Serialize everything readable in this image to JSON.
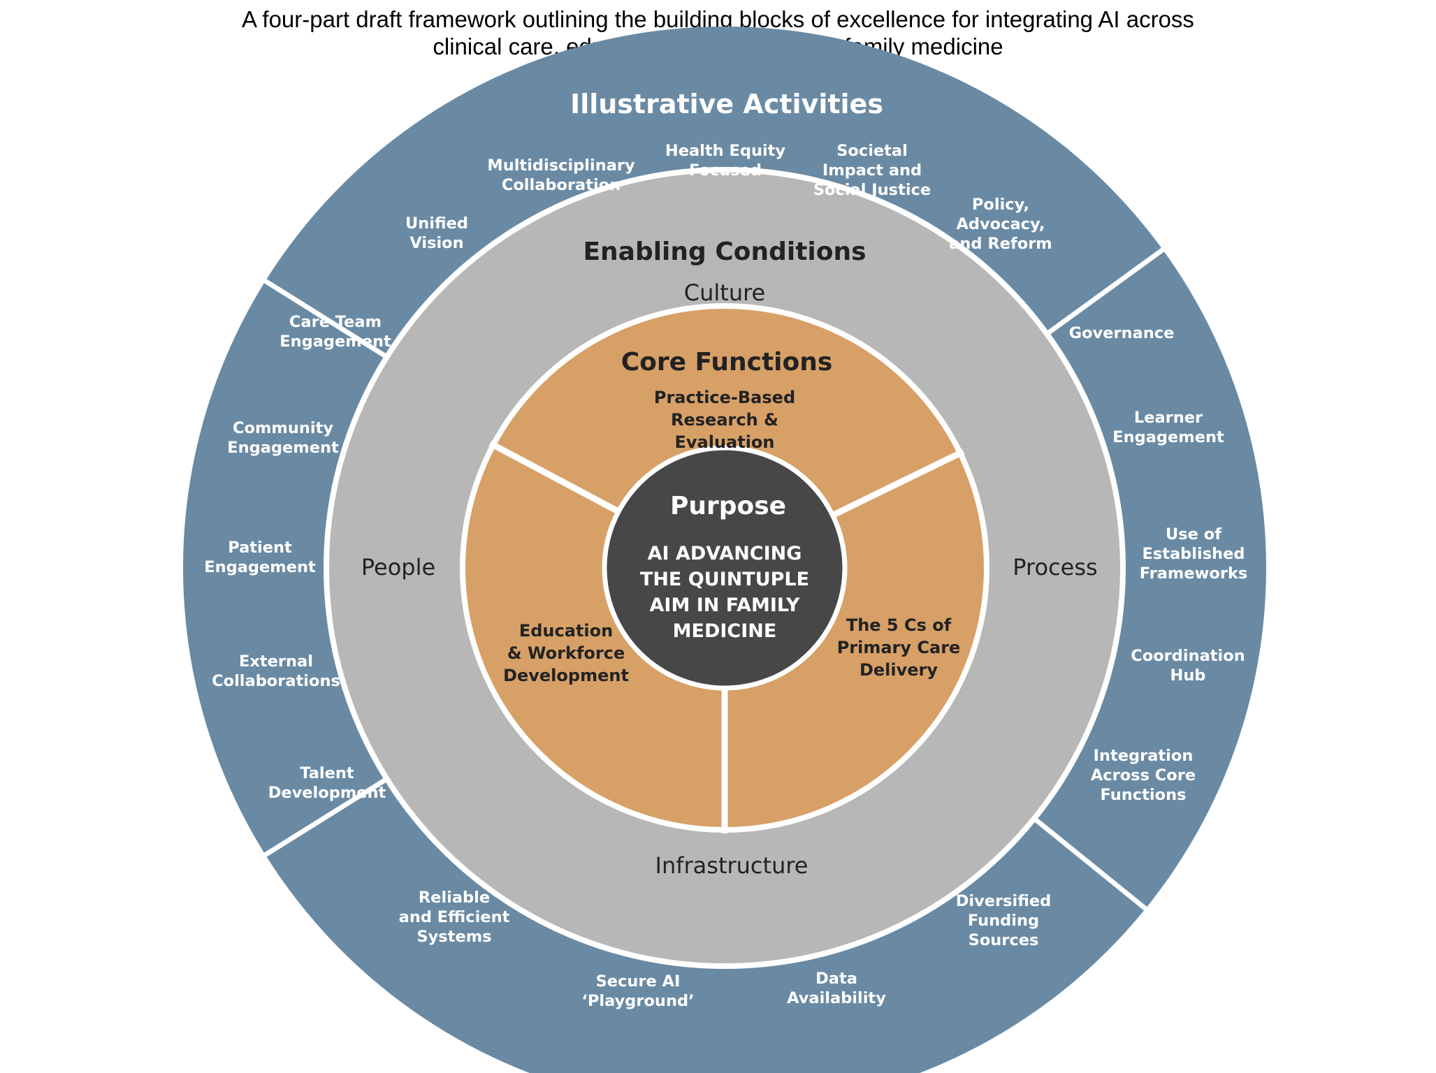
{
  "caption": {
    "line1": "A four-part draft framework outlining the building blocks of excellence for integrating AI across",
    "line2": "clinical care, education, and research in family medicine"
  },
  "colors": {
    "outer_ring": "#6a8aa4",
    "enabling_ring": "#b7b7b7",
    "core_ring": "#d7a067",
    "purpose": "#474747",
    "separator": "#ffffff"
  },
  "illustrative_activities": {
    "title": "Illustrative Activities",
    "items": [
      [
        "Unified",
        "Vision"
      ],
      [
        "Multidisciplinary",
        "Collaboration"
      ],
      [
        "Health Equity",
        "Focused"
      ],
      [
        "Societal",
        "Impact and",
        "Social Justice"
      ],
      [
        "Policy,",
        "Advocacy,",
        "and Reform"
      ],
      [
        "Governance"
      ],
      [
        "Learner",
        "Engagement"
      ],
      [
        "Use of",
        "Established",
        "Frameworks"
      ],
      [
        "Coordination",
        "Hub"
      ],
      [
        "Integration",
        "Across Core",
        "Functions"
      ],
      [
        "Diversified",
        "Funding",
        "Sources"
      ],
      [
        "Data",
        "Availability"
      ],
      [
        "Secure AI",
        "‘Playground’"
      ],
      [
        "Reliable",
        "and Efficient",
        "Systems"
      ],
      [
        "Talent",
        "Development"
      ],
      [
        "External",
        "Collaborations"
      ],
      [
        "Patient",
        "Engagement"
      ],
      [
        "Community",
        "Engagement"
      ],
      [
        "Care Team",
        "Engagement"
      ]
    ]
  },
  "enabling_conditions": {
    "title": "Enabling Conditions",
    "culture": "Culture",
    "people": "People",
    "process": "Process",
    "infrastructure": "Infrastructure"
  },
  "core_functions": {
    "title": "Core Functions",
    "research": [
      "Practice-Based",
      "Research &",
      "Evaluation"
    ],
    "education": [
      "Education",
      "& Workforce",
      "Development"
    ],
    "delivery": [
      "The 5 Cs of",
      "Primary Care",
      "Delivery"
    ]
  },
  "purpose": {
    "title": "Purpose",
    "lines": [
      "AI ADVANCING",
      "THE QUINTUPLE",
      "AIM IN FAMILY",
      "MEDICINE"
    ]
  }
}
